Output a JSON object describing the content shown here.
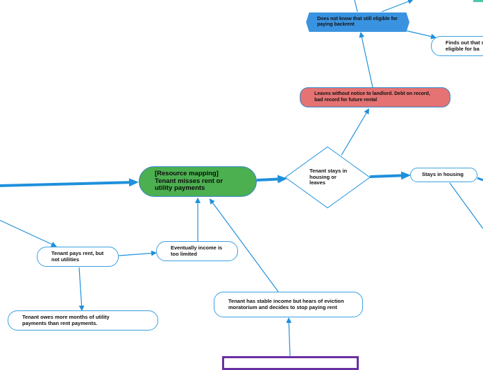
{
  "nodes": {
    "central": "[Resource mapping] Tenant misses rent or utility payments",
    "decision": "Tenant stays in housing or leaves",
    "stays": "Stays in housing",
    "leaves": "Leaves without notice to landlord. Debt on record, bad record for future rental",
    "does_not_know": "Does not know that still eligible for paying backrent",
    "finds_out": "Finds out that still eligible for ba",
    "pays_rent": "Tenant pays rent, but not utilities",
    "income_limited": "Eventually income is too limited",
    "owes_utility": "Tenant owes more months of utility payments than rent payments.",
    "stable_income": "Tenant has stable income but hears of eviction moratorium and decides to stop paying rent"
  },
  "colors": {
    "edge": "#1e90dc",
    "central_fill": "#4caf50",
    "leaves_fill": "#e57373",
    "does_not_know_fill": "#3a93e0",
    "purple_border": "#6a2fa0"
  }
}
